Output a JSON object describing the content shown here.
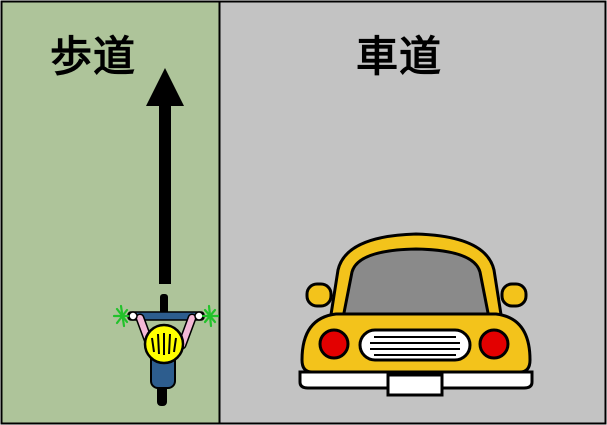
{
  "diagram": {
    "sidewalk": {
      "label": "歩道",
      "color": "#aec49a"
    },
    "roadway": {
      "label": "車道",
      "color": "#c3c3c3"
    },
    "arrow": {
      "direction": "up",
      "color": "#000000"
    },
    "cyclist": {
      "helmet_color": "#ffff00",
      "jersey_color": "#2d5d8e",
      "glove_color": "#f4b8d6",
      "handlebar_color": "#22c22b"
    },
    "car": {
      "body_color": "#f3c31b",
      "window_color": "#8a8a8a",
      "light_color": "#e30000",
      "bumper_color": "#ffffff"
    }
  }
}
